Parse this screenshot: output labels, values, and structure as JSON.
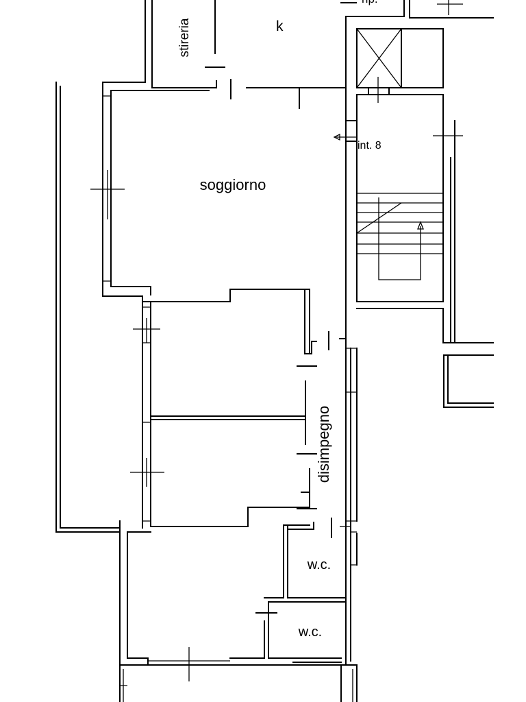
{
  "colors": {
    "background": "#ffffff",
    "line": "#000000"
  },
  "labels": {
    "top_room": "rip.",
    "stireria": "stireria",
    "kitchen": "k",
    "soggiorno": "soggiorno",
    "interior": "int. 8",
    "disimpegno": "disimpegno",
    "wc_upper": "w.c.",
    "wc_lower": "w.c."
  }
}
